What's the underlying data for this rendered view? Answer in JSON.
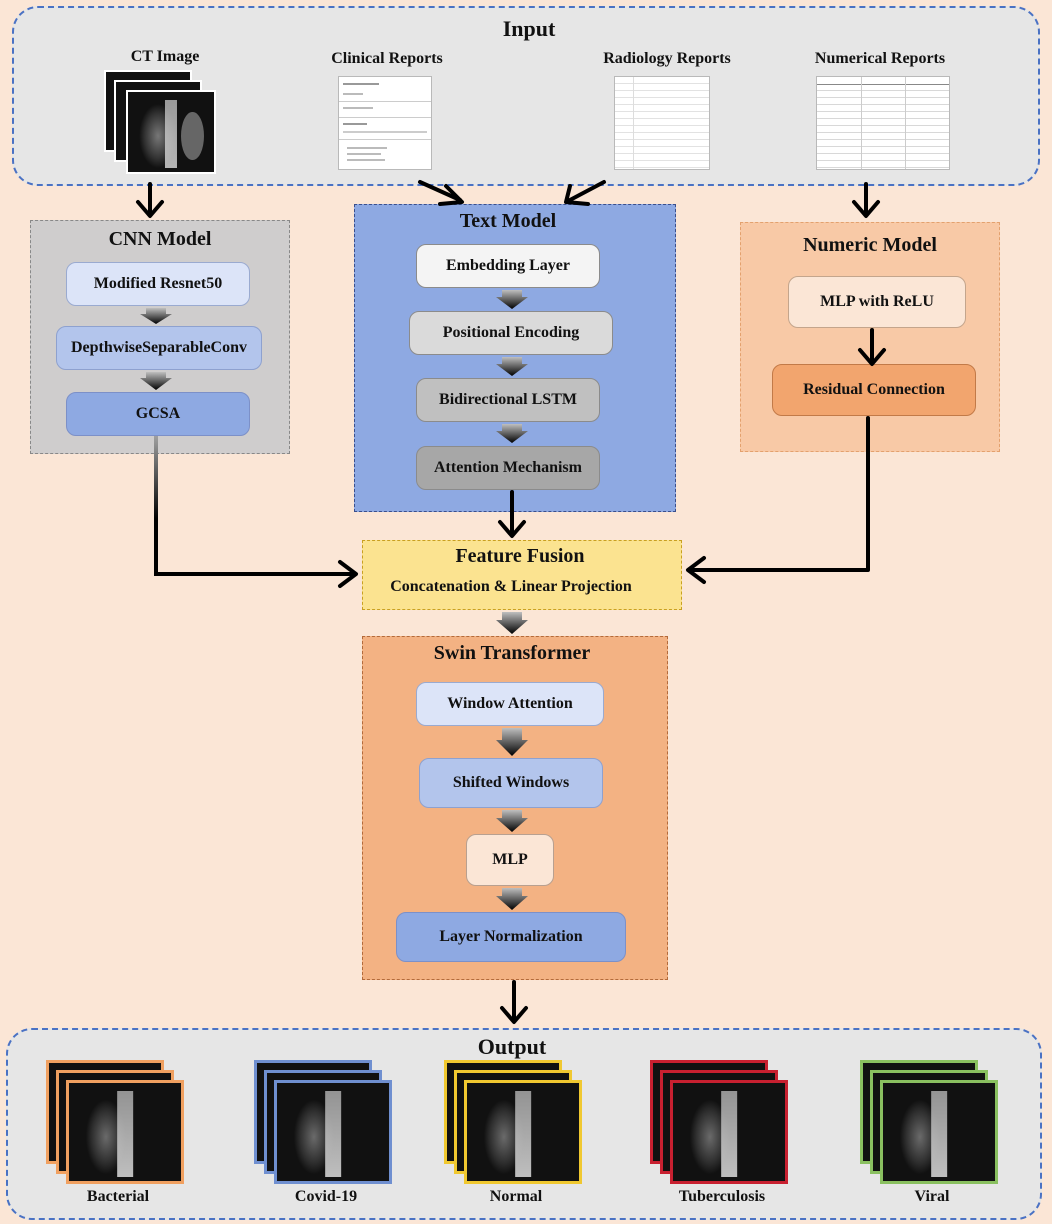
{
  "input": {
    "title": "Input",
    "items": [
      "CT Image",
      "Clinical Reports",
      "Radiology Reports",
      "Numerical Reports"
    ]
  },
  "cnn_model": {
    "title": "CNN Model",
    "nodes": [
      "Modified Resnet50",
      "DepthwiseSeparableConv",
      "GCSA"
    ]
  },
  "text_model": {
    "title": "Text Model",
    "nodes": [
      "Embedding Layer",
      "Positional Encoding",
      "Bidirectional LSTM",
      "Attention Mechanism"
    ]
  },
  "numeric_model": {
    "title": "Numeric Model",
    "nodes": [
      "MLP with ReLU",
      "Residual Connection"
    ]
  },
  "feature_fusion": {
    "title": "Feature Fusion",
    "subtitle": "Concatenation & Linear Projection"
  },
  "swin_transformer": {
    "title": "Swin Transformer",
    "nodes": [
      "Window Attention",
      "Shifted Windows",
      "MLP",
      "Layer Normalization"
    ]
  },
  "output": {
    "title": "Output",
    "classes": [
      {
        "label": "Bacterial",
        "color": "#f0a060"
      },
      {
        "label": "Covid-19",
        "color": "#6f8fd0"
      },
      {
        "label": "Normal",
        "color": "#f0c830"
      },
      {
        "label": "Tuberculosis",
        "color": "#c82030"
      },
      {
        "label": "Viral",
        "color": "#8ac060"
      }
    ]
  }
}
